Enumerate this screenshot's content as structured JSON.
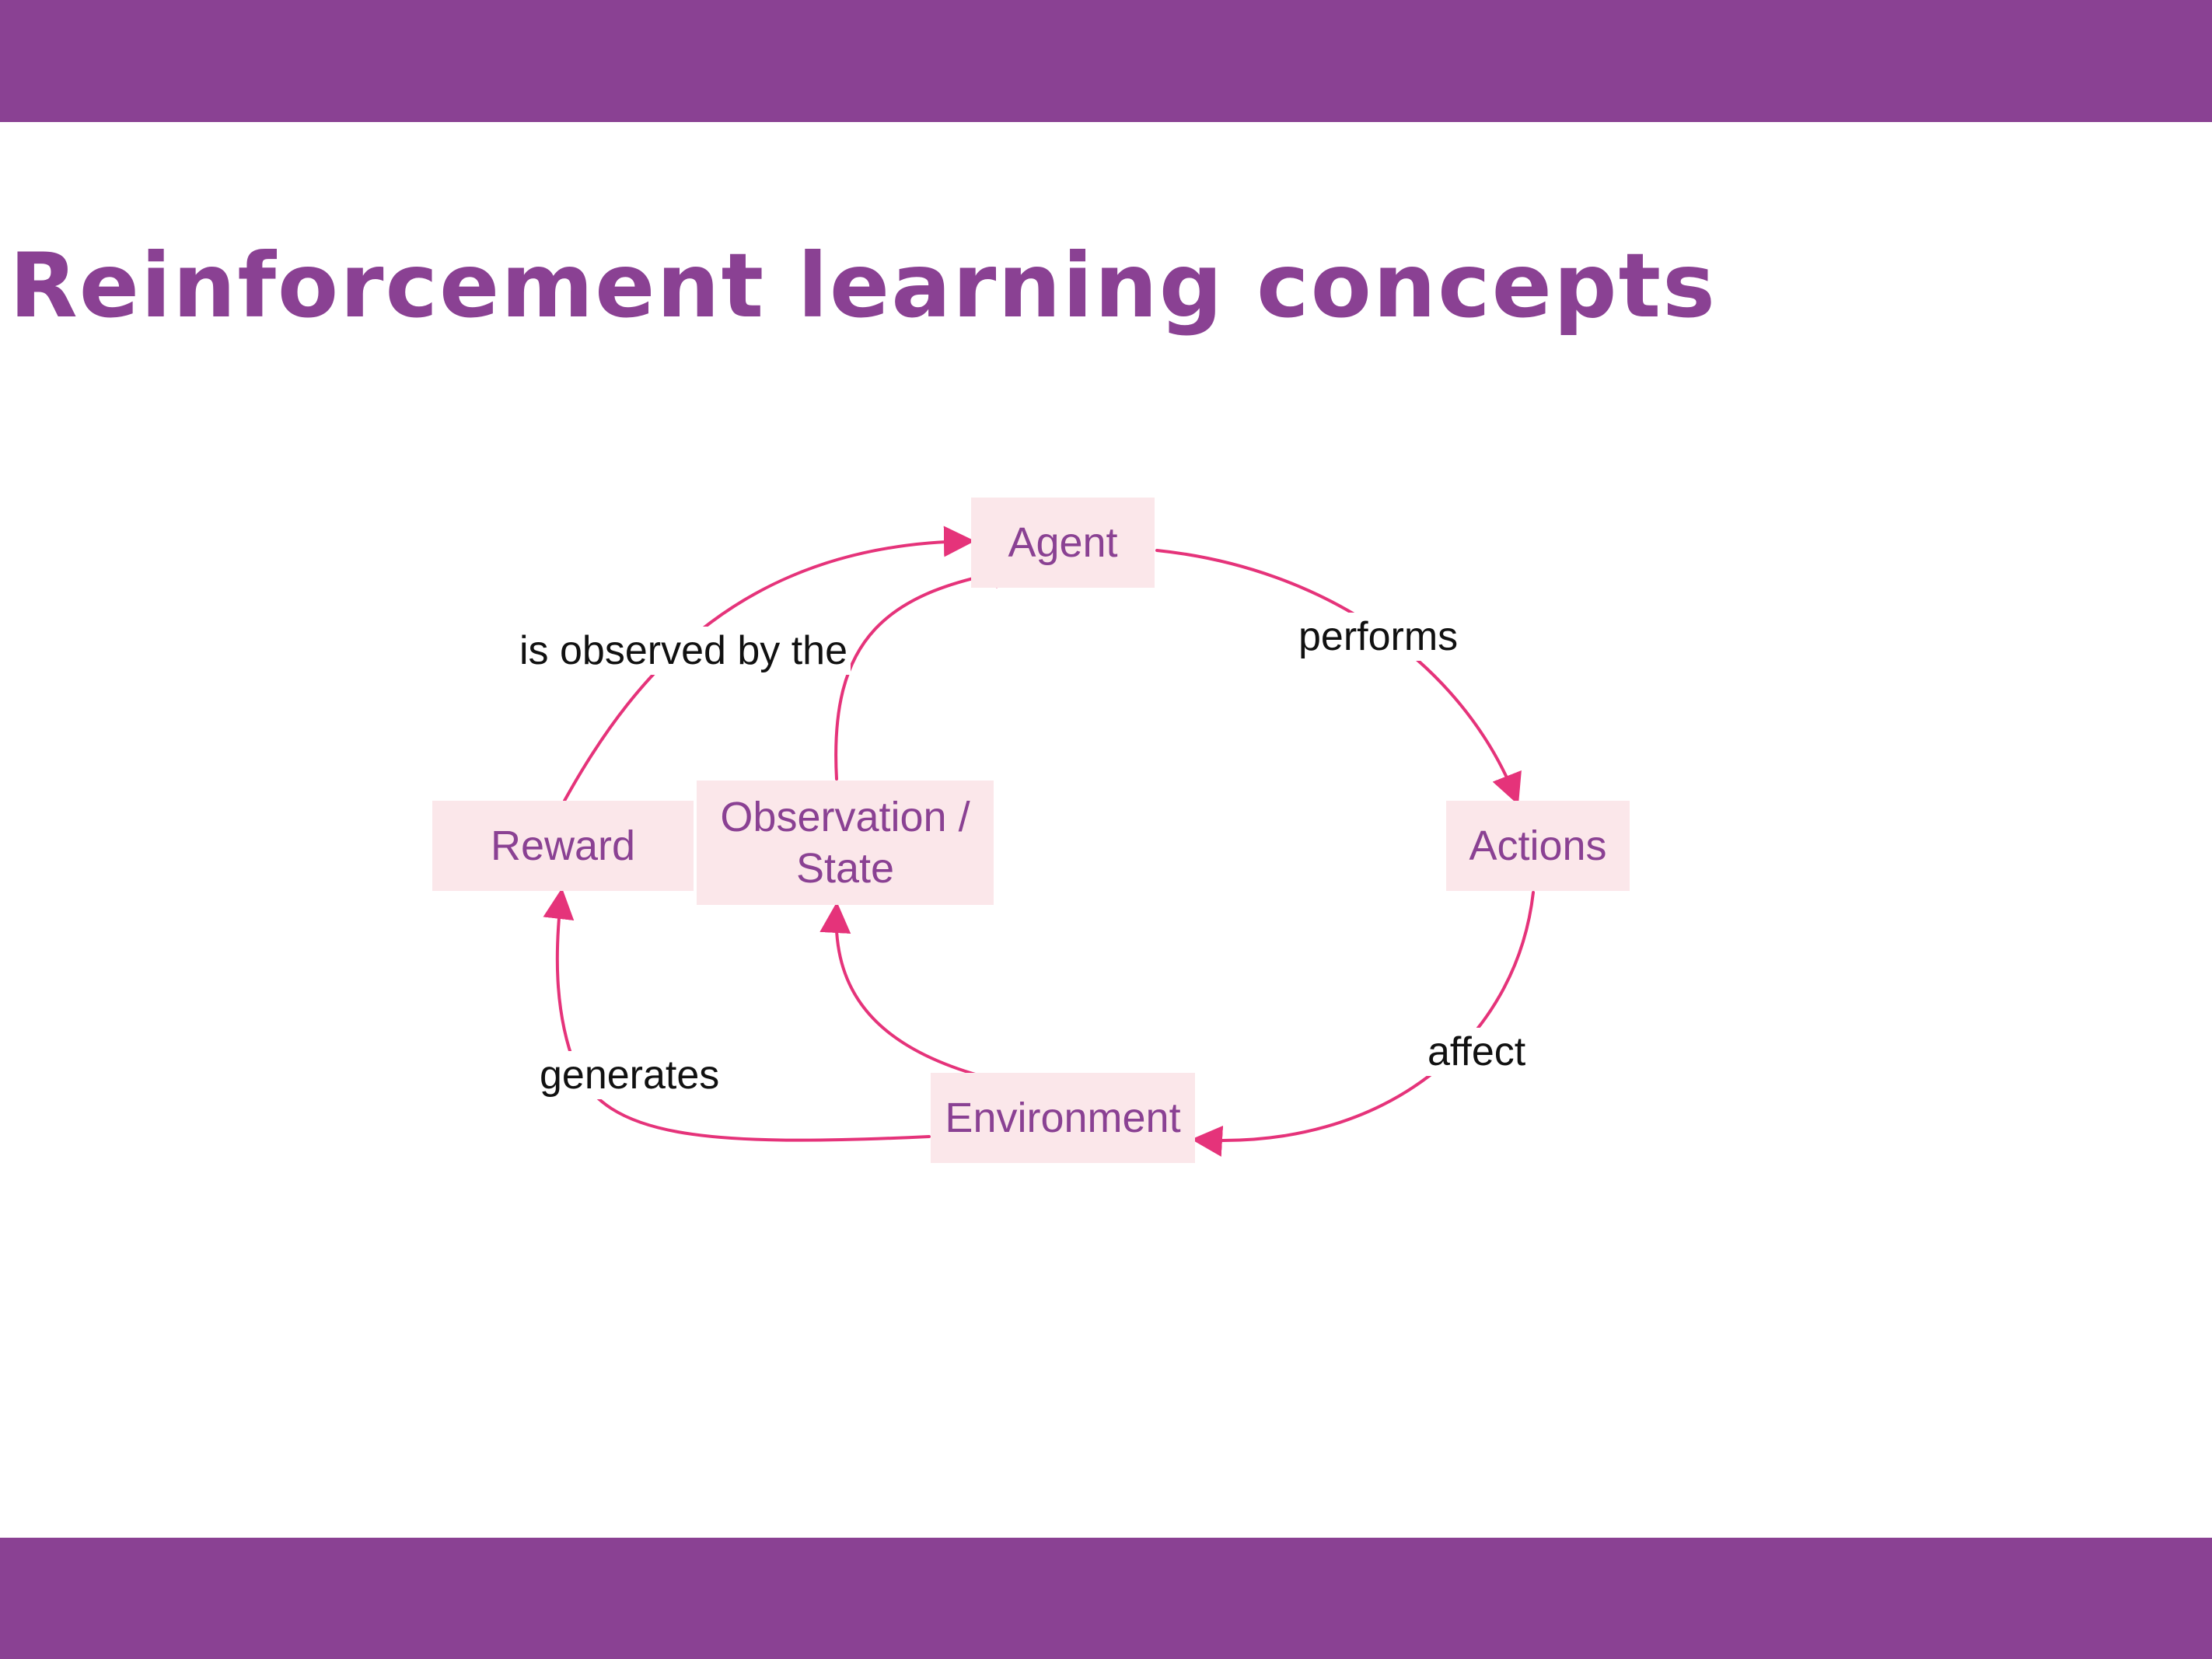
{
  "slide": {
    "title": "Reinforcement learning concepts",
    "colors": {
      "band": "#8a4193",
      "title": "#8a4193",
      "node_fill": "#fbe7ea",
      "node_text": "#8a4193",
      "arrow": "#e5337a",
      "edge_label": "#111111"
    }
  },
  "diagram": {
    "nodes": {
      "agent": "Agent",
      "reward": "Reward",
      "observation_line1": "Observation /",
      "observation_line2": "State",
      "actions": "Actions",
      "environment": "Environment"
    },
    "edges": {
      "observed": "is observed by the",
      "performs": "performs",
      "generates": "generates",
      "affect": "affect"
    },
    "links": [
      {
        "from": "Agent",
        "to": "Actions",
        "label": "performs"
      },
      {
        "from": "Actions",
        "to": "Environment",
        "label": "affect"
      },
      {
        "from": "Environment",
        "to": "Reward",
        "label": "generates"
      },
      {
        "from": "Environment",
        "to": "Observation / State",
        "label": ""
      },
      {
        "from": "Reward",
        "to": "Agent",
        "label": "is observed by the"
      },
      {
        "from": "Observation / State",
        "to": "Agent",
        "label": ""
      }
    ]
  }
}
